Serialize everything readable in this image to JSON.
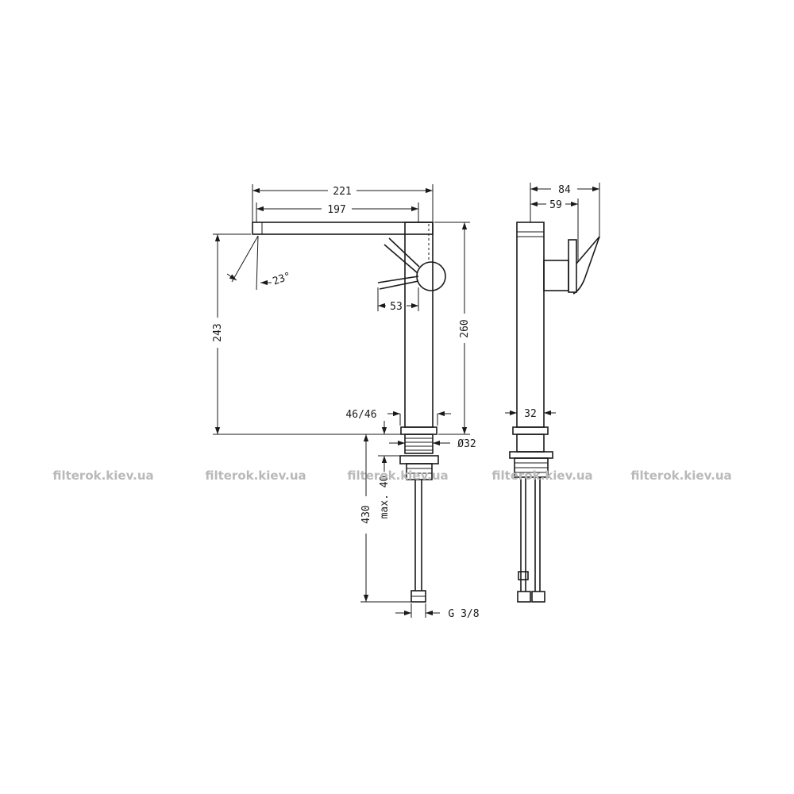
{
  "dimensions": {
    "spout_total_length": "221",
    "spout_reach": "197",
    "spout_angle": "23°",
    "handle_offset": "53",
    "total_height": "243",
    "body_height": "260",
    "base_width": "46/46",
    "mount_diameter": "Ø32",
    "mount_thickness": "max. 40",
    "hose_length": "430",
    "connection_thread": "G 3/8",
    "side_depth_total": "84",
    "side_depth_handle": "59",
    "side_body_width": "32"
  },
  "watermark": {
    "text": "filterok.kiev.ua"
  }
}
